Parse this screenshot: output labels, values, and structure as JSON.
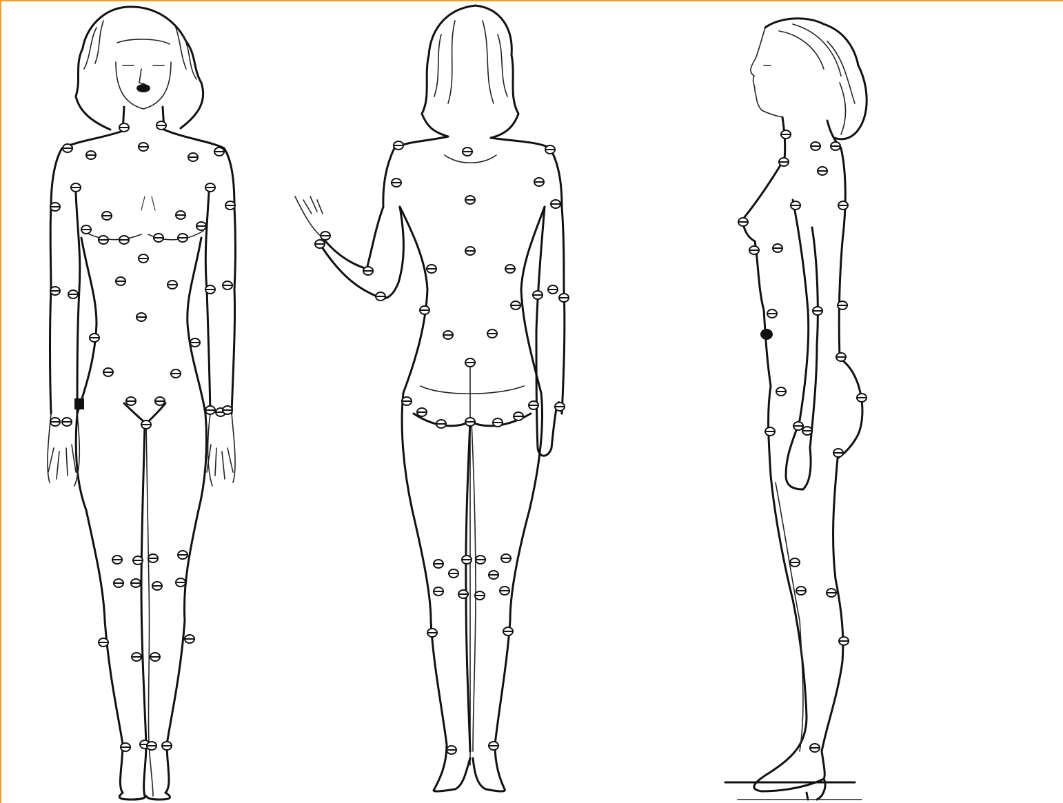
{
  "figures": [
    {
      "view": "front"
    },
    {
      "view": "back"
    },
    {
      "view": "side"
    }
  ],
  "colors": {
    "frame": "#f0a020",
    "ink": "#111111",
    "background": "#ffffff"
  }
}
